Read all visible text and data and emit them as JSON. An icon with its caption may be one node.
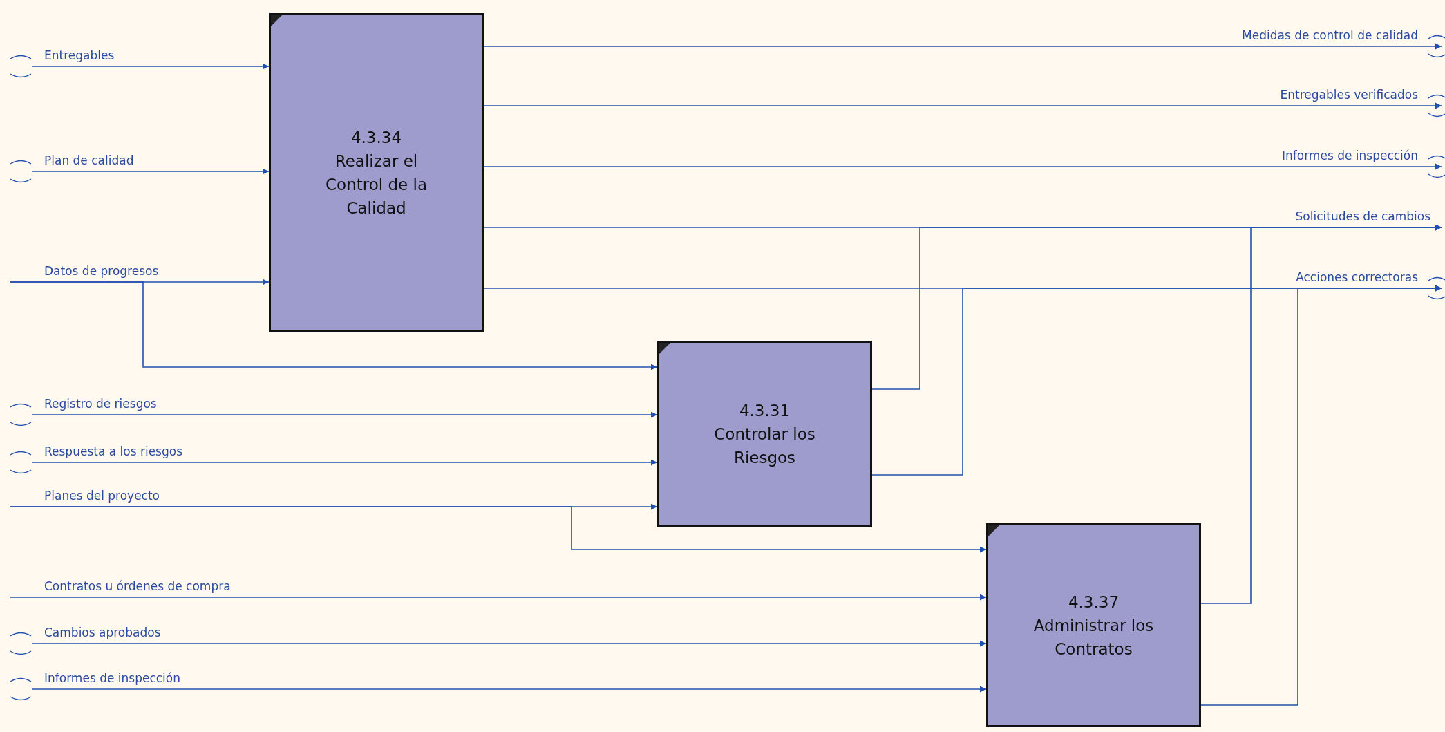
{
  "diagram": {
    "nodes": [
      {
        "text": [
          "4.3.34",
          "Realizar el Control de la Calidad"
        ]
      },
      {
        "text": [
          "4.3.31",
          "Controlar los Riesgos"
        ]
      },
      {
        "text": [
          "4.3.37",
          "Administrar los Contratos"
        ]
      },
      {
        "text": [],
        "shape": "parentheses"
      },
      {
        "text": [],
        "shape": "parentheses"
      },
      {
        "text": [],
        "shape": "parentheses"
      },
      {
        "text": [],
        "shape": "parentheses"
      },
      {
        "text": [],
        "shape": "parentheses"
      },
      {
        "text": [],
        "shape": "parentheses"
      }
    ],
    "edges": [
      {
        "from": 3,
        "to": 0,
        "arrow": "to",
        "label": "Entregables"
      },
      {
        "from": 4,
        "to": 0,
        "arrow": "to",
        "label": "Plan de calidad"
      },
      {
        "from": null,
        "to": 0,
        "arrow": "to",
        "label": "Datos de progresos"
      },
      {
        "from": null,
        "to": 1,
        "arrow": "to"
      },
      {
        "from": 5,
        "to": 1,
        "arrow": "to",
        "label": "Registro de riesgos"
      },
      {
        "from": 6,
        "to": 1,
        "arrow": "to",
        "label": "Respuesta a los riesgos"
      },
      {
        "from": null,
        "to": 1,
        "arrow": "to",
        "label": "Planes del proyecto"
      },
      {
        "from": null,
        "to": 2,
        "arrow": "to"
      },
      {
        "from": null,
        "to": 2,
        "arrow": "to",
        "label": "Contratos u órdenes de compra"
      },
      {
        "from": 7,
        "to": 2,
        "arrow": "to",
        "label": "Cambios aprobados"
      },
      {
        "from": 8,
        "to": 2,
        "arrow": "to",
        "label": "Informes de inspección"
      },
      {
        "from": 0,
        "to": null,
        "arrow": "to",
        "label": "Medidas de control de calidad"
      },
      {
        "from": 0,
        "to": null,
        "arrow": "to",
        "label": "Entregables verificados"
      },
      {
        "from": 0,
        "to": null,
        "arrow": "to",
        "label": "Informes de inspección"
      },
      {
        "from": 0,
        "to": null,
        "arrow": "to",
        "label": "Solicitudes de cambios"
      },
      {
        "from": 1,
        "to": null,
        "arrow": "to"
      },
      {
        "from": 2,
        "to": null,
        "arrow": "to"
      },
      {
        "from": 0,
        "to": null,
        "arrow": "to",
        "label": "Acciones correctoras"
      },
      {
        "from": 1,
        "to": null,
        "arrow": "to"
      },
      {
        "from": 2,
        "to": null,
        "arrow": "to"
      }
    ]
  }
}
